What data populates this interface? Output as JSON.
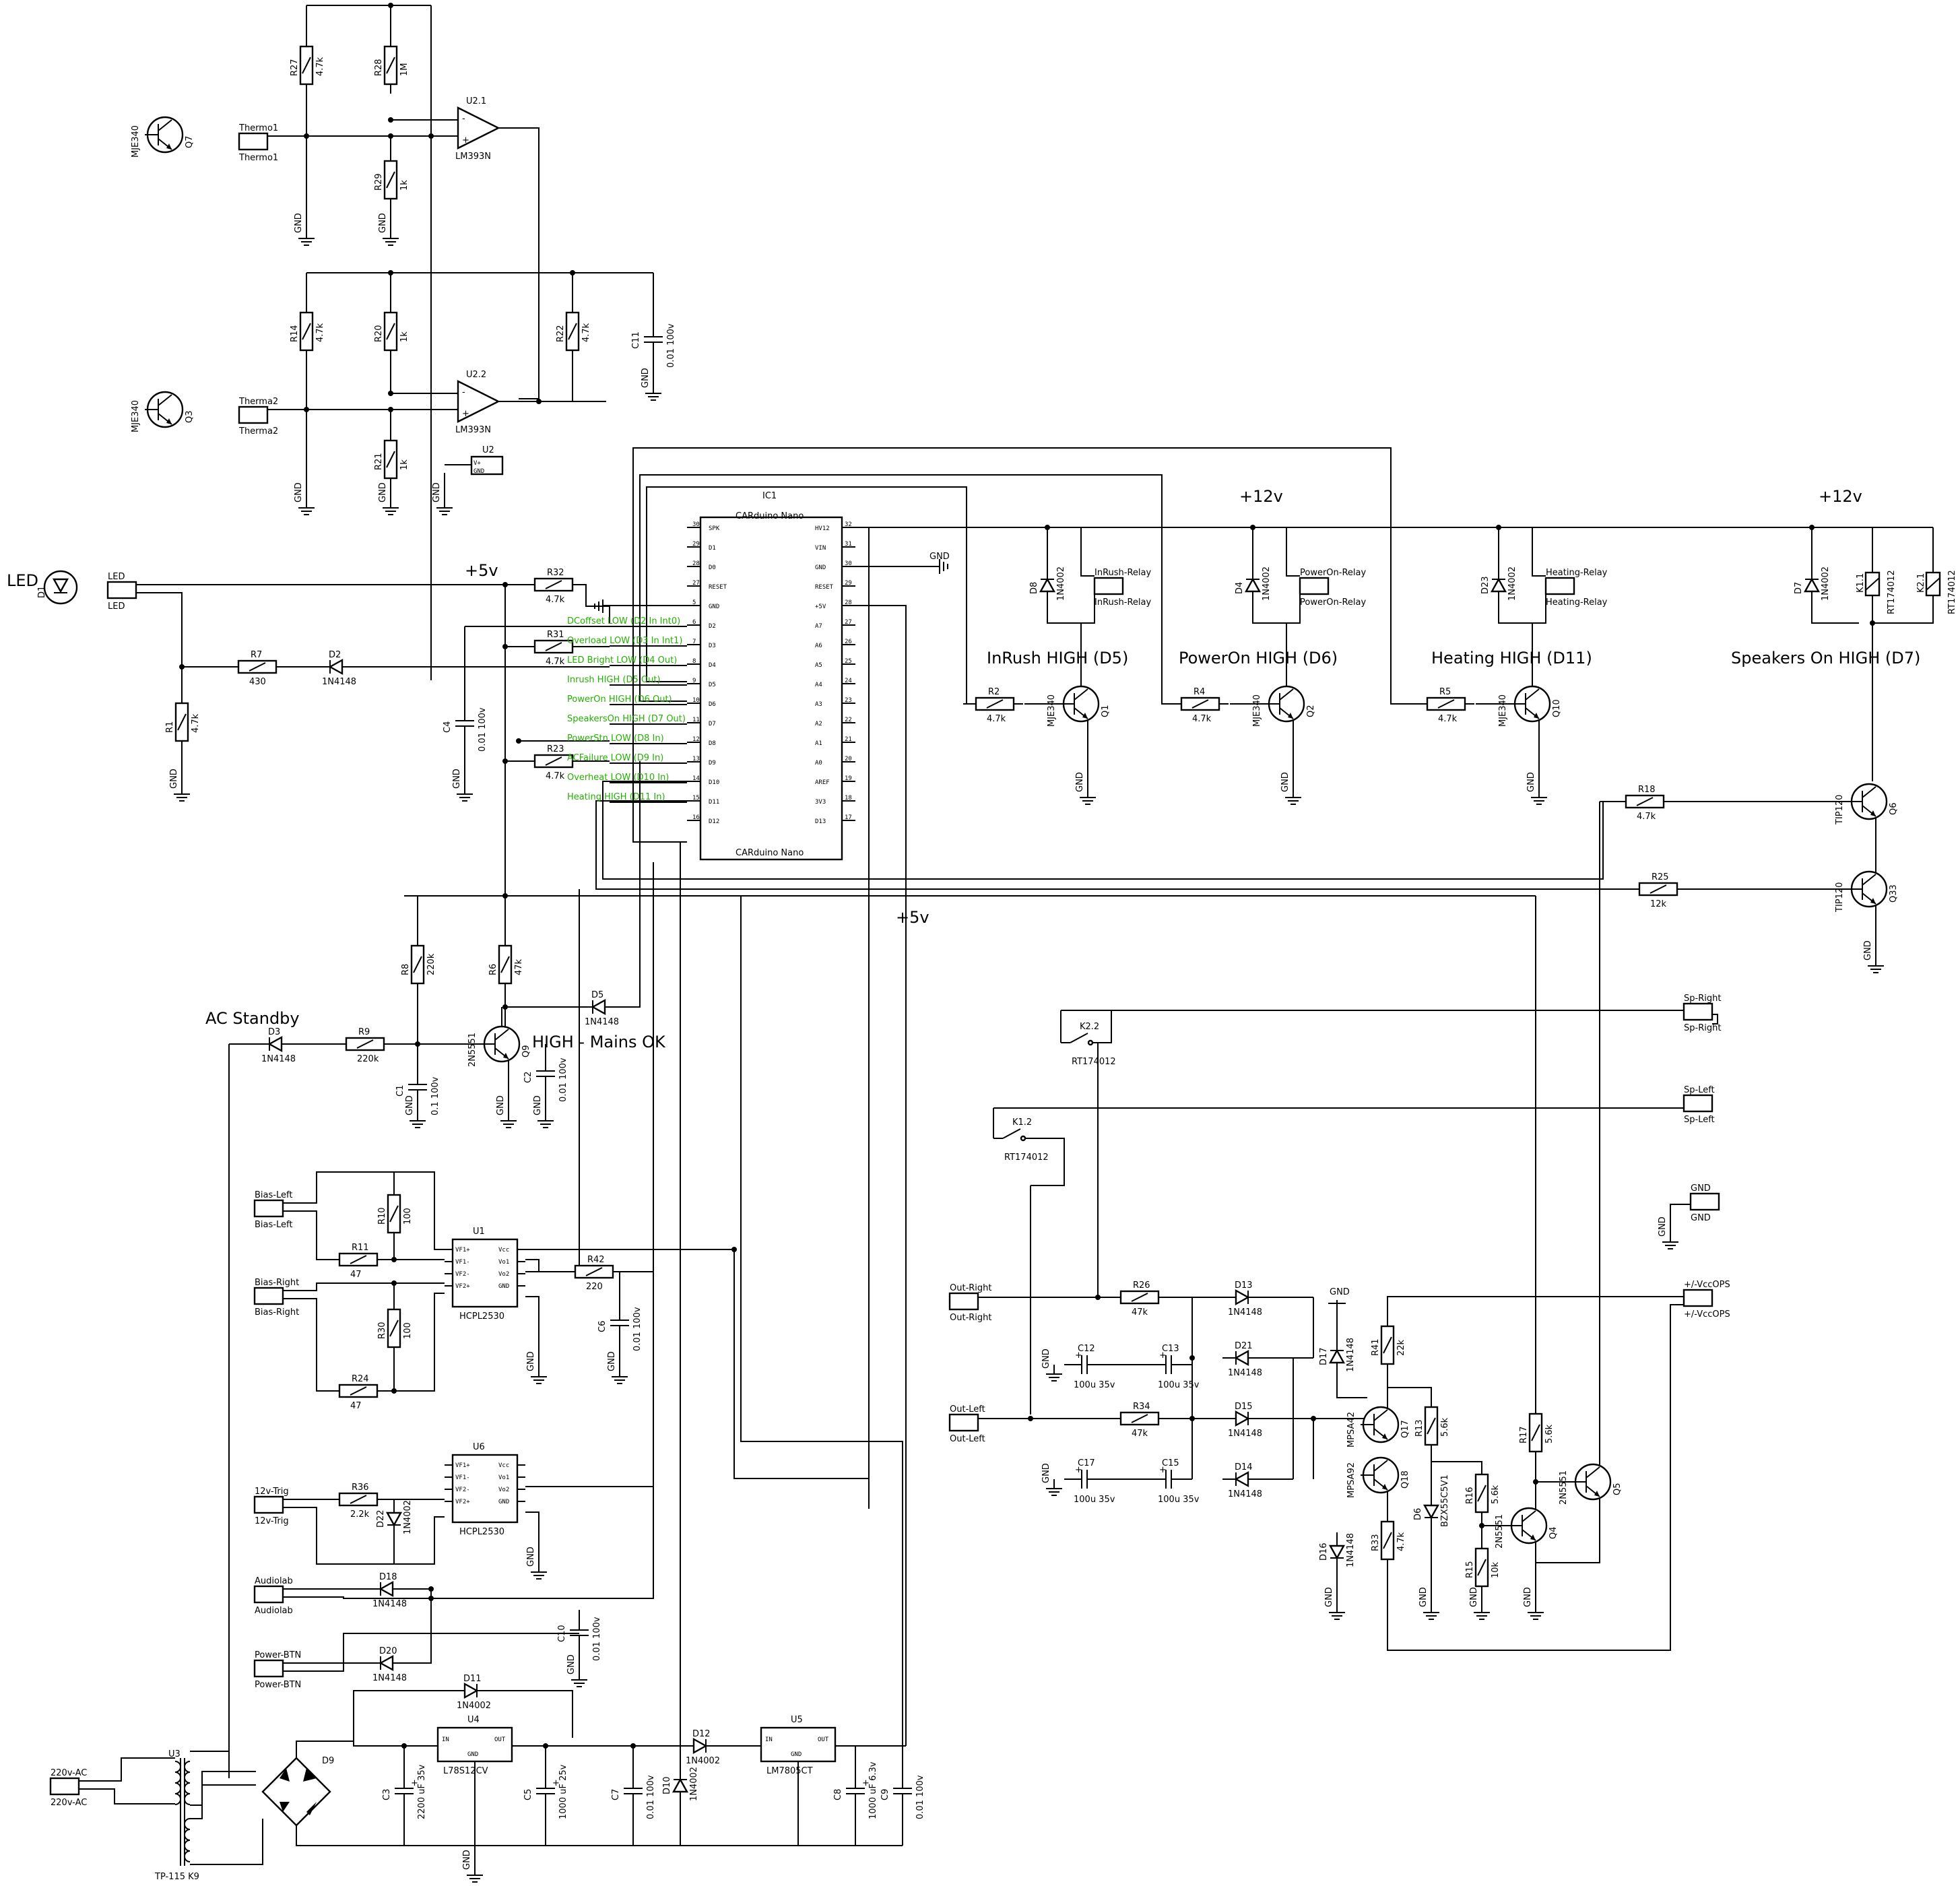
{
  "text": [
    {
      "id": "led-title",
      "t": "LED",
      "s": "big"
    },
    {
      "id": "plus5v-top",
      "t": "+5v",
      "s": "big"
    },
    {
      "id": "plus5v-mid",
      "t": "+5v",
      "s": "big"
    },
    {
      "id": "plus12v-a",
      "t": "+12v",
      "s": "big"
    },
    {
      "id": "plus12v-b",
      "t": "+12v",
      "s": "big"
    },
    {
      "id": "inrush-high",
      "t": "InRush HIGH (D5)",
      "s": "big"
    },
    {
      "id": "poweron-high",
      "t": "PowerOn HIGH (D6)",
      "s": "big"
    },
    {
      "id": "heating-high",
      "t": "Heating HIGH (D11)",
      "s": "big"
    },
    {
      "id": "speakers-high",
      "t": "Speakers On HIGH (D7)",
      "s": "big"
    },
    {
      "id": "ac-standby",
      "t": "AC Standby",
      "s": "big"
    },
    {
      "id": "high-mains",
      "t": "HIGH - Mains OK",
      "s": "big"
    },
    {
      "id": "gnd-top",
      "t": "GND",
      "s": "lbl"
    }
  ],
  "connectors": [
    {
      "id": "thermo1",
      "t": "Thermo1"
    },
    {
      "id": "therma2",
      "t": "Therma2"
    },
    {
      "id": "led",
      "t": "LED"
    },
    {
      "id": "inrush-relay",
      "t": "InRush-Relay"
    },
    {
      "id": "poweron-relay",
      "t": "PowerOn-Relay"
    },
    {
      "id": "heating-relay",
      "t": "Heating-Relay"
    },
    {
      "id": "sp-right",
      "t": "Sp-Right"
    },
    {
      "id": "sp-left",
      "t": "Sp-Left"
    },
    {
      "id": "gnd-conn",
      "t": "GND"
    },
    {
      "id": "out-right",
      "t": "Out-Right"
    },
    {
      "id": "out-left",
      "t": "Out-Left"
    },
    {
      "id": "vccops",
      "t": "+/-VccOPS"
    },
    {
      "id": "bias-left",
      "t": "Bias-Left"
    },
    {
      "id": "bias-right",
      "t": "Bias-Right"
    },
    {
      "id": "trig12v",
      "t": "12v-Trig"
    },
    {
      "id": "audiolab",
      "t": "Audiolab"
    },
    {
      "id": "power-btn",
      "t": "Power-BTN"
    },
    {
      "id": "ac220",
      "t": "220v-AC"
    }
  ],
  "resistors": [
    {
      "id": "R27",
      "v": "4.7k"
    },
    {
      "id": "R28",
      "v": "1M"
    },
    {
      "id": "R29",
      "v": "1k"
    },
    {
      "id": "R14",
      "v": "4.7k"
    },
    {
      "id": "R20",
      "v": "1k"
    },
    {
      "id": "R21",
      "v": "1k"
    },
    {
      "id": "R22",
      "v": "4.7k"
    },
    {
      "id": "R32",
      "v": "4.7k"
    },
    {
      "id": "R31",
      "v": "4.7k"
    },
    {
      "id": "R23",
      "v": "4.7k"
    },
    {
      "id": "R7",
      "v": "430"
    },
    {
      "id": "R1",
      "v": "4.7k"
    },
    {
      "id": "R2",
      "v": "4.7k"
    },
    {
      "id": "R4",
      "v": "4.7k"
    },
    {
      "id": "R5",
      "v": "4.7k"
    },
    {
      "id": "R18",
      "v": "4.7k"
    },
    {
      "id": "R25",
      "v": "12k"
    },
    {
      "id": "R8",
      "v": "220k"
    },
    {
      "id": "R6",
      "v": "47k"
    },
    {
      "id": "R9",
      "v": "220k"
    },
    {
      "id": "R10",
      "v": "100"
    },
    {
      "id": "R11",
      "v": "47"
    },
    {
      "id": "R30",
      "v": "100"
    },
    {
      "id": "R24",
      "v": "47"
    },
    {
      "id": "R42",
      "v": "220"
    },
    {
      "id": "R36",
      "v": "2.2k"
    },
    {
      "id": "R26",
      "v": "47k"
    },
    {
      "id": "R34",
      "v": "47k"
    },
    {
      "id": "R41",
      "v": "22k"
    },
    {
      "id": "R13",
      "v": "5.6k"
    },
    {
      "id": "R17",
      "v": "5.6k"
    },
    {
      "id": "R16",
      "v": "5.6k"
    },
    {
      "id": "R15",
      "v": "10k"
    },
    {
      "id": "R33",
      "v": "4.7k"
    }
  ],
  "capacitors": [
    {
      "id": "C11",
      "v": "0.01 100v"
    },
    {
      "id": "C4",
      "v": "0.01 100v"
    },
    {
      "id": "C1",
      "v": "0.1 100v"
    },
    {
      "id": "C2",
      "v": "0.01 100v"
    },
    {
      "id": "C6",
      "v": "0.01 100v"
    },
    {
      "id": "C10",
      "v": "0.01 100v"
    },
    {
      "id": "C12",
      "v": "100u 35v"
    },
    {
      "id": "C13",
      "v": "100u 35v"
    },
    {
      "id": "C17",
      "v": "100u 35v"
    },
    {
      "id": "C15",
      "v": "100u 35v"
    },
    {
      "id": "C3",
      "v": "2200 uF 35v"
    },
    {
      "id": "C5",
      "v": "1000 uF 25v"
    },
    {
      "id": "C7",
      "v": "0.01 100v"
    },
    {
      "id": "C8",
      "v": "1000 uF 6.3v"
    },
    {
      "id": "C9",
      "v": "0.01 100v"
    }
  ],
  "diodes": [
    {
      "id": "D2",
      "v": "1N4148"
    },
    {
      "id": "D1",
      "v": ""
    },
    {
      "id": "D8",
      "v": "1N4002"
    },
    {
      "id": "D4",
      "v": "1N4002"
    },
    {
      "id": "D23",
      "v": "1N4002"
    },
    {
      "id": "D7",
      "v": "1N4002"
    },
    {
      "id": "D3",
      "v": "1N4148"
    },
    {
      "id": "D5",
      "v": "1N4148"
    },
    {
      "id": "D22",
      "v": "1N4002"
    },
    {
      "id": "D18",
      "v": "1N4148"
    },
    {
      "id": "D20",
      "v": "1N4148"
    },
    {
      "id": "D11",
      "v": "1N4002"
    },
    {
      "id": "D12",
      "v": "1N4002"
    },
    {
      "id": "D10",
      "v": "1N4002"
    },
    {
      "id": "D13",
      "v": "1N4148"
    },
    {
      "id": "D21",
      "v": "1N4148"
    },
    {
      "id": "D15",
      "v": "1N4148"
    },
    {
      "id": "D14",
      "v": "1N4148"
    },
    {
      "id": "D17",
      "v": "1N4148"
    },
    {
      "id": "D16",
      "v": "1N4148"
    },
    {
      "id": "D6",
      "v": "BZX55C5V1"
    },
    {
      "id": "D9",
      "v": ""
    }
  ],
  "transistors": [
    {
      "id": "Q7",
      "v": "MJE340"
    },
    {
      "id": "Q3",
      "v": "MJE340"
    },
    {
      "id": "Q1",
      "v": "MJE340"
    },
    {
      "id": "Q2",
      "v": "MJE340"
    },
    {
      "id": "Q10",
      "v": "MJE340"
    },
    {
      "id": "Q6",
      "v": "TIP120"
    },
    {
      "id": "Q33",
      "v": "TIP120"
    },
    {
      "id": "Q9",
      "v": "2N5551"
    },
    {
      "id": "Q17",
      "v": "MPSA42"
    },
    {
      "id": "Q18",
      "v": "MPSA92"
    },
    {
      "id": "Q4",
      "v": "2N5551"
    },
    {
      "id": "Q5",
      "v": "2N5551"
    }
  ],
  "ics": [
    {
      "id": "U2.1",
      "v": "LM393N"
    },
    {
      "id": "U2.2",
      "v": "LM393N"
    },
    {
      "id": "U2",
      "v": ""
    },
    {
      "id": "IC1",
      "v": "CARduino Nano"
    },
    {
      "id": "U1",
      "v": "HCPL2530"
    },
    {
      "id": "U6",
      "v": "HCPL2530"
    },
    {
      "id": "U4",
      "v": "L78S12CV"
    },
    {
      "id": "U5",
      "v": "LM7805CT"
    },
    {
      "id": "U3",
      "v": "TP-115 K9"
    }
  ],
  "relays": [
    {
      "id": "K1.1",
      "v": "RT174012"
    },
    {
      "id": "K2.1",
      "v": "RT174012"
    },
    {
      "id": "K2.2",
      "v": "RT174012"
    },
    {
      "id": "K1.2",
      "v": "RT174012"
    }
  ],
  "nano_left_pins": [
    "SPK",
    "D1",
    "D0",
    "RESET",
    "GND",
    "D2",
    "D3",
    "D4",
    "D5",
    "D6",
    "D7",
    "D8",
    "D9",
    "D10",
    "D11",
    "D12"
  ],
  "nano_right_pins": [
    "HV12",
    "VIN",
    "GND",
    "RESET",
    "+5V",
    "A7",
    "A6",
    "A5",
    "A4",
    "A3",
    "A2",
    "A1",
    "A0",
    "AREF",
    "3V3",
    "D13"
  ],
  "nano_signals": [
    "DCoffset LOW (D2 In Int0)",
    "Overload LOW (D3 In Int1)",
    "LED Bright LOW (D4 Out)",
    "Inrush HIGH (D5 Out)",
    "PowerOn HIGH (D6 Out)",
    "SpeakersOn HIGH (D7 Out)",
    "PowerStn LOW (D8 In)",
    "ACFailure LOW (D9 In)",
    "Overheat LOW (D10 In)",
    "Heating HIGH (D11 In)"
  ],
  "opto_pins_left": [
    "VF1+",
    "VF1-",
    "VF2-",
    "VF2+"
  ],
  "opto_pins_right": [
    "Vcc",
    "Vo1",
    "Vo2",
    "GND"
  ],
  "regulator_pins": [
    "IN",
    "GND",
    "OUT"
  ],
  "gnd_label": "GND",
  "v_plus_label": "V+",
  "colors": {
    "wire": "#000000",
    "signal_text": "#23b000",
    "background": "#ffffff"
  }
}
